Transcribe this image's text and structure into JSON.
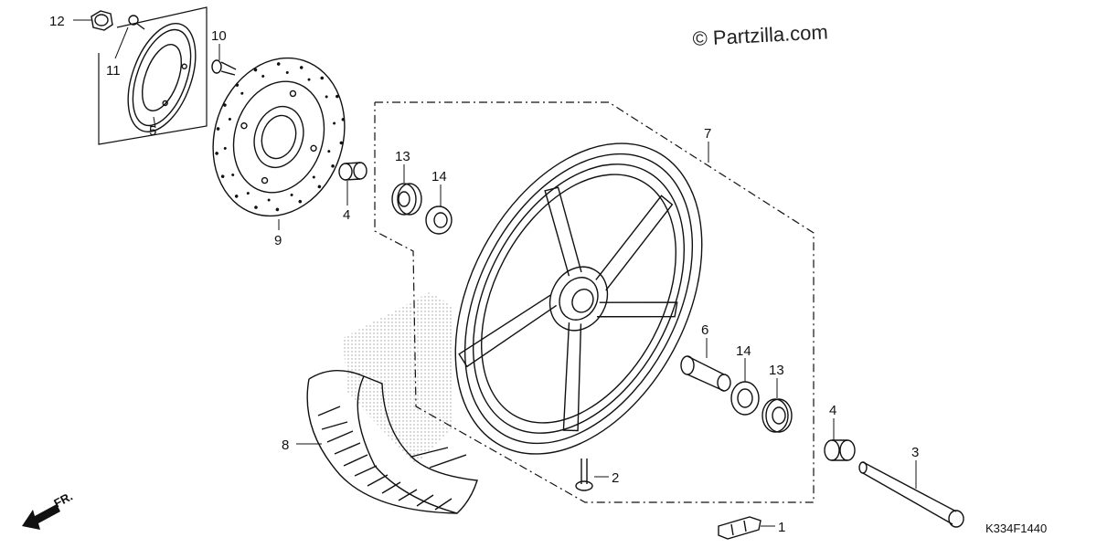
{
  "watermark": "© Partzilla.com",
  "diagram_code": "K334F1440",
  "direction_label": "FR.",
  "callouts": [
    {
      "id": "c12a",
      "label": "12"
    },
    {
      "id": "c11",
      "label": "11"
    },
    {
      "id": "c5",
      "label": "5"
    },
    {
      "id": "c10",
      "label": "10"
    },
    {
      "id": "c9",
      "label": "9"
    },
    {
      "id": "c4a",
      "label": "4"
    },
    {
      "id": "c13a",
      "label": "13"
    },
    {
      "id": "c14a",
      "label": "14"
    },
    {
      "id": "c7",
      "label": "7"
    },
    {
      "id": "c6",
      "label": "6"
    },
    {
      "id": "c14b",
      "label": "14"
    },
    {
      "id": "c13b",
      "label": "13"
    },
    {
      "id": "c4b",
      "label": "4"
    },
    {
      "id": "c3",
      "label": "3"
    },
    {
      "id": "c8",
      "label": "8"
    },
    {
      "id": "c2",
      "label": "2"
    },
    {
      "id": "c1",
      "label": "1"
    }
  ]
}
